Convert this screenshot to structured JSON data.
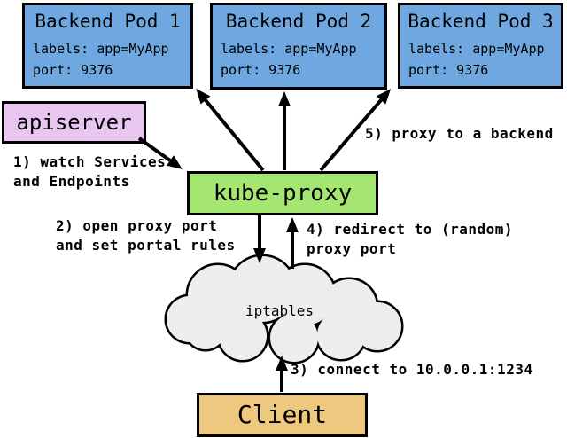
{
  "diagram": {
    "pods": [
      {
        "title": "Backend Pod 1",
        "labels_line": "labels: app=MyApp",
        "port_line": "port: 9376"
      },
      {
        "title": "Backend Pod 2",
        "labels_line": "labels: app=MyApp",
        "port_line": "port: 9376"
      },
      {
        "title": "Backend Pod 3",
        "labels_line": "labels: app=MyApp",
        "port_line": "port: 9376"
      }
    ],
    "apiserver": {
      "label": "apiserver"
    },
    "kube_proxy": {
      "label": "kube-proxy"
    },
    "iptables": {
      "label": "iptables"
    },
    "client": {
      "label": "Client"
    },
    "annotations": {
      "step1": "1) watch Services\nand Endpoints",
      "step2": "2) open proxy port\nand set portal rules",
      "step3": "3) connect to 10.0.0.1:1234",
      "step4": "4) redirect to (random)\nproxy port",
      "step5": "5) proxy to a backend"
    },
    "colors": {
      "background": "#ffffff",
      "pod_fill": "#6fa8e0",
      "apiserver_fill": "#e9c6f0",
      "kube_proxy_fill": "#a5e672",
      "client_fill": "#eec87e",
      "iptables_fill": "#ededed",
      "border": "#000000",
      "arrow": "#000000"
    }
  }
}
